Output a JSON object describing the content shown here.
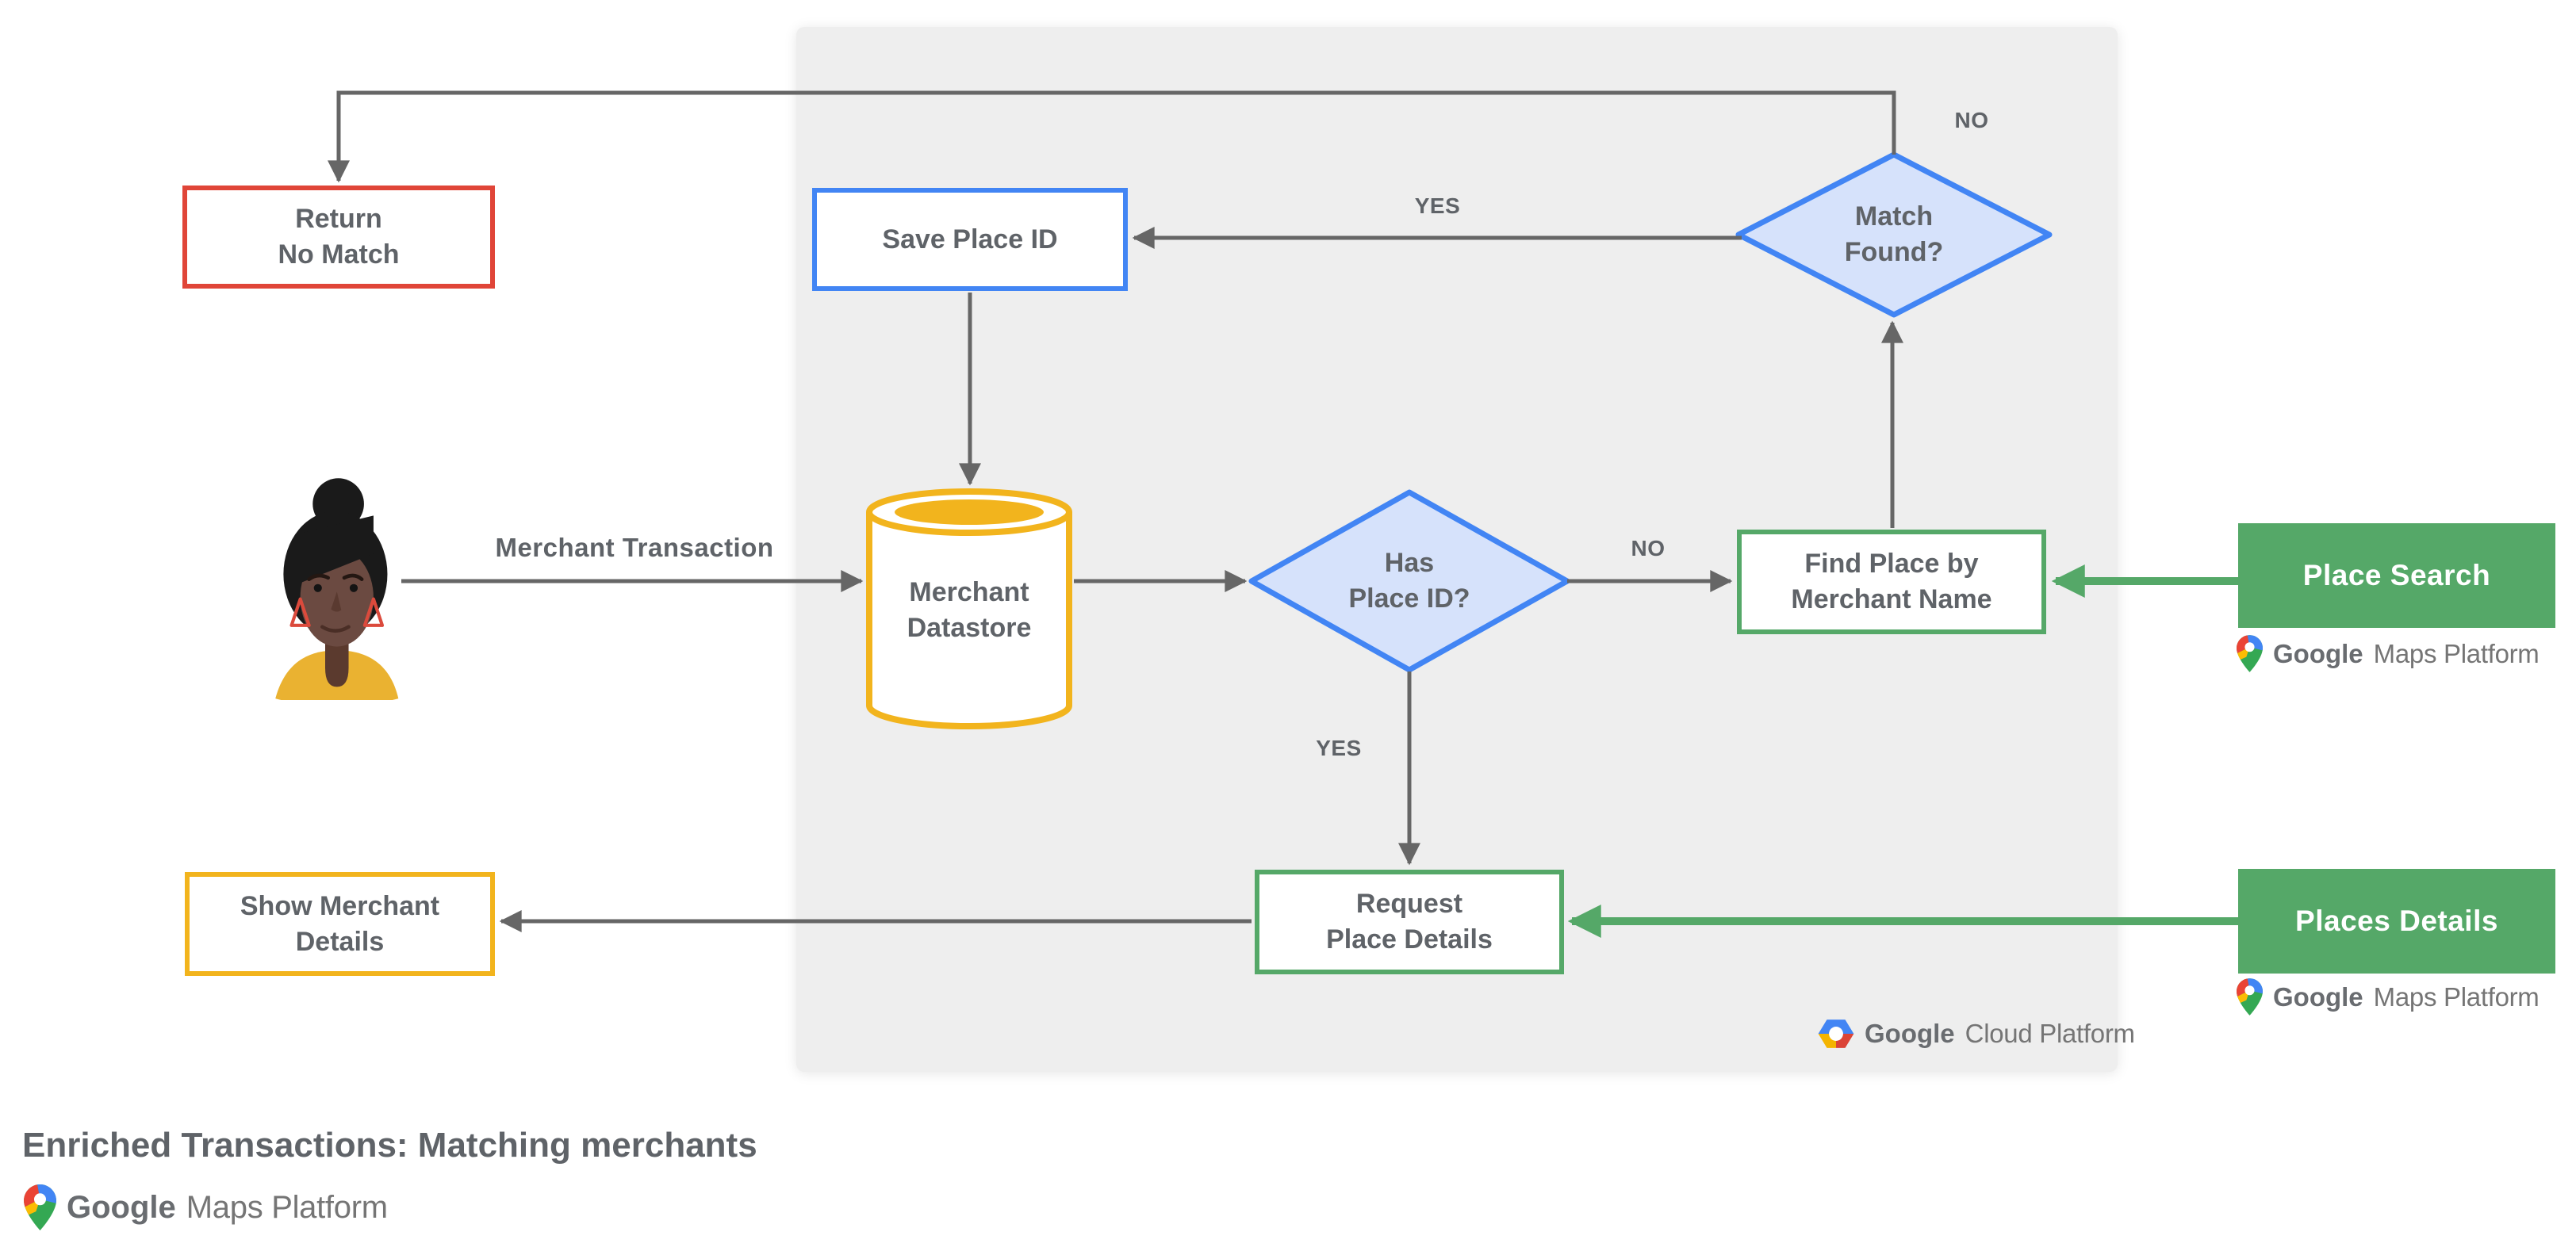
{
  "colors": {
    "arrow": "#666666",
    "red": "#E04538",
    "blue": "#4285F4",
    "blue_fill": "#D6E2FB",
    "yellow": "#F2B41D",
    "green": "#55A868",
    "panel": "#EEEEEE",
    "text": "#5F6368",
    "logo_text": "#757575"
  },
  "nodes": {
    "return_no_match": "Return\nNo Match",
    "save_place_id": "Save Place ID",
    "match_found": "Match\nFound?",
    "merchant_datastore": "Merchant\nDatastore",
    "has_place_id": "Has\nPlace ID?",
    "find_place_by_merchant_name": "Find Place by\nMerchant Name",
    "request_place_details": "Request\nPlace Details",
    "show_merchant_details": "Show Merchant\nDetails",
    "place_search": "Place Search",
    "places_details": "Places Details"
  },
  "edge_labels": {
    "match_found_no": "NO",
    "match_found_yes": "YES",
    "has_place_id_no": "NO",
    "has_place_id_yes": "YES",
    "merchant_transaction": "Merchant Transaction"
  },
  "branding": {
    "google": "Google",
    "maps_platform": "Maps Platform",
    "cloud_platform": "Cloud Platform",
    "title": "Enriched Transactions: Matching merchants"
  }
}
